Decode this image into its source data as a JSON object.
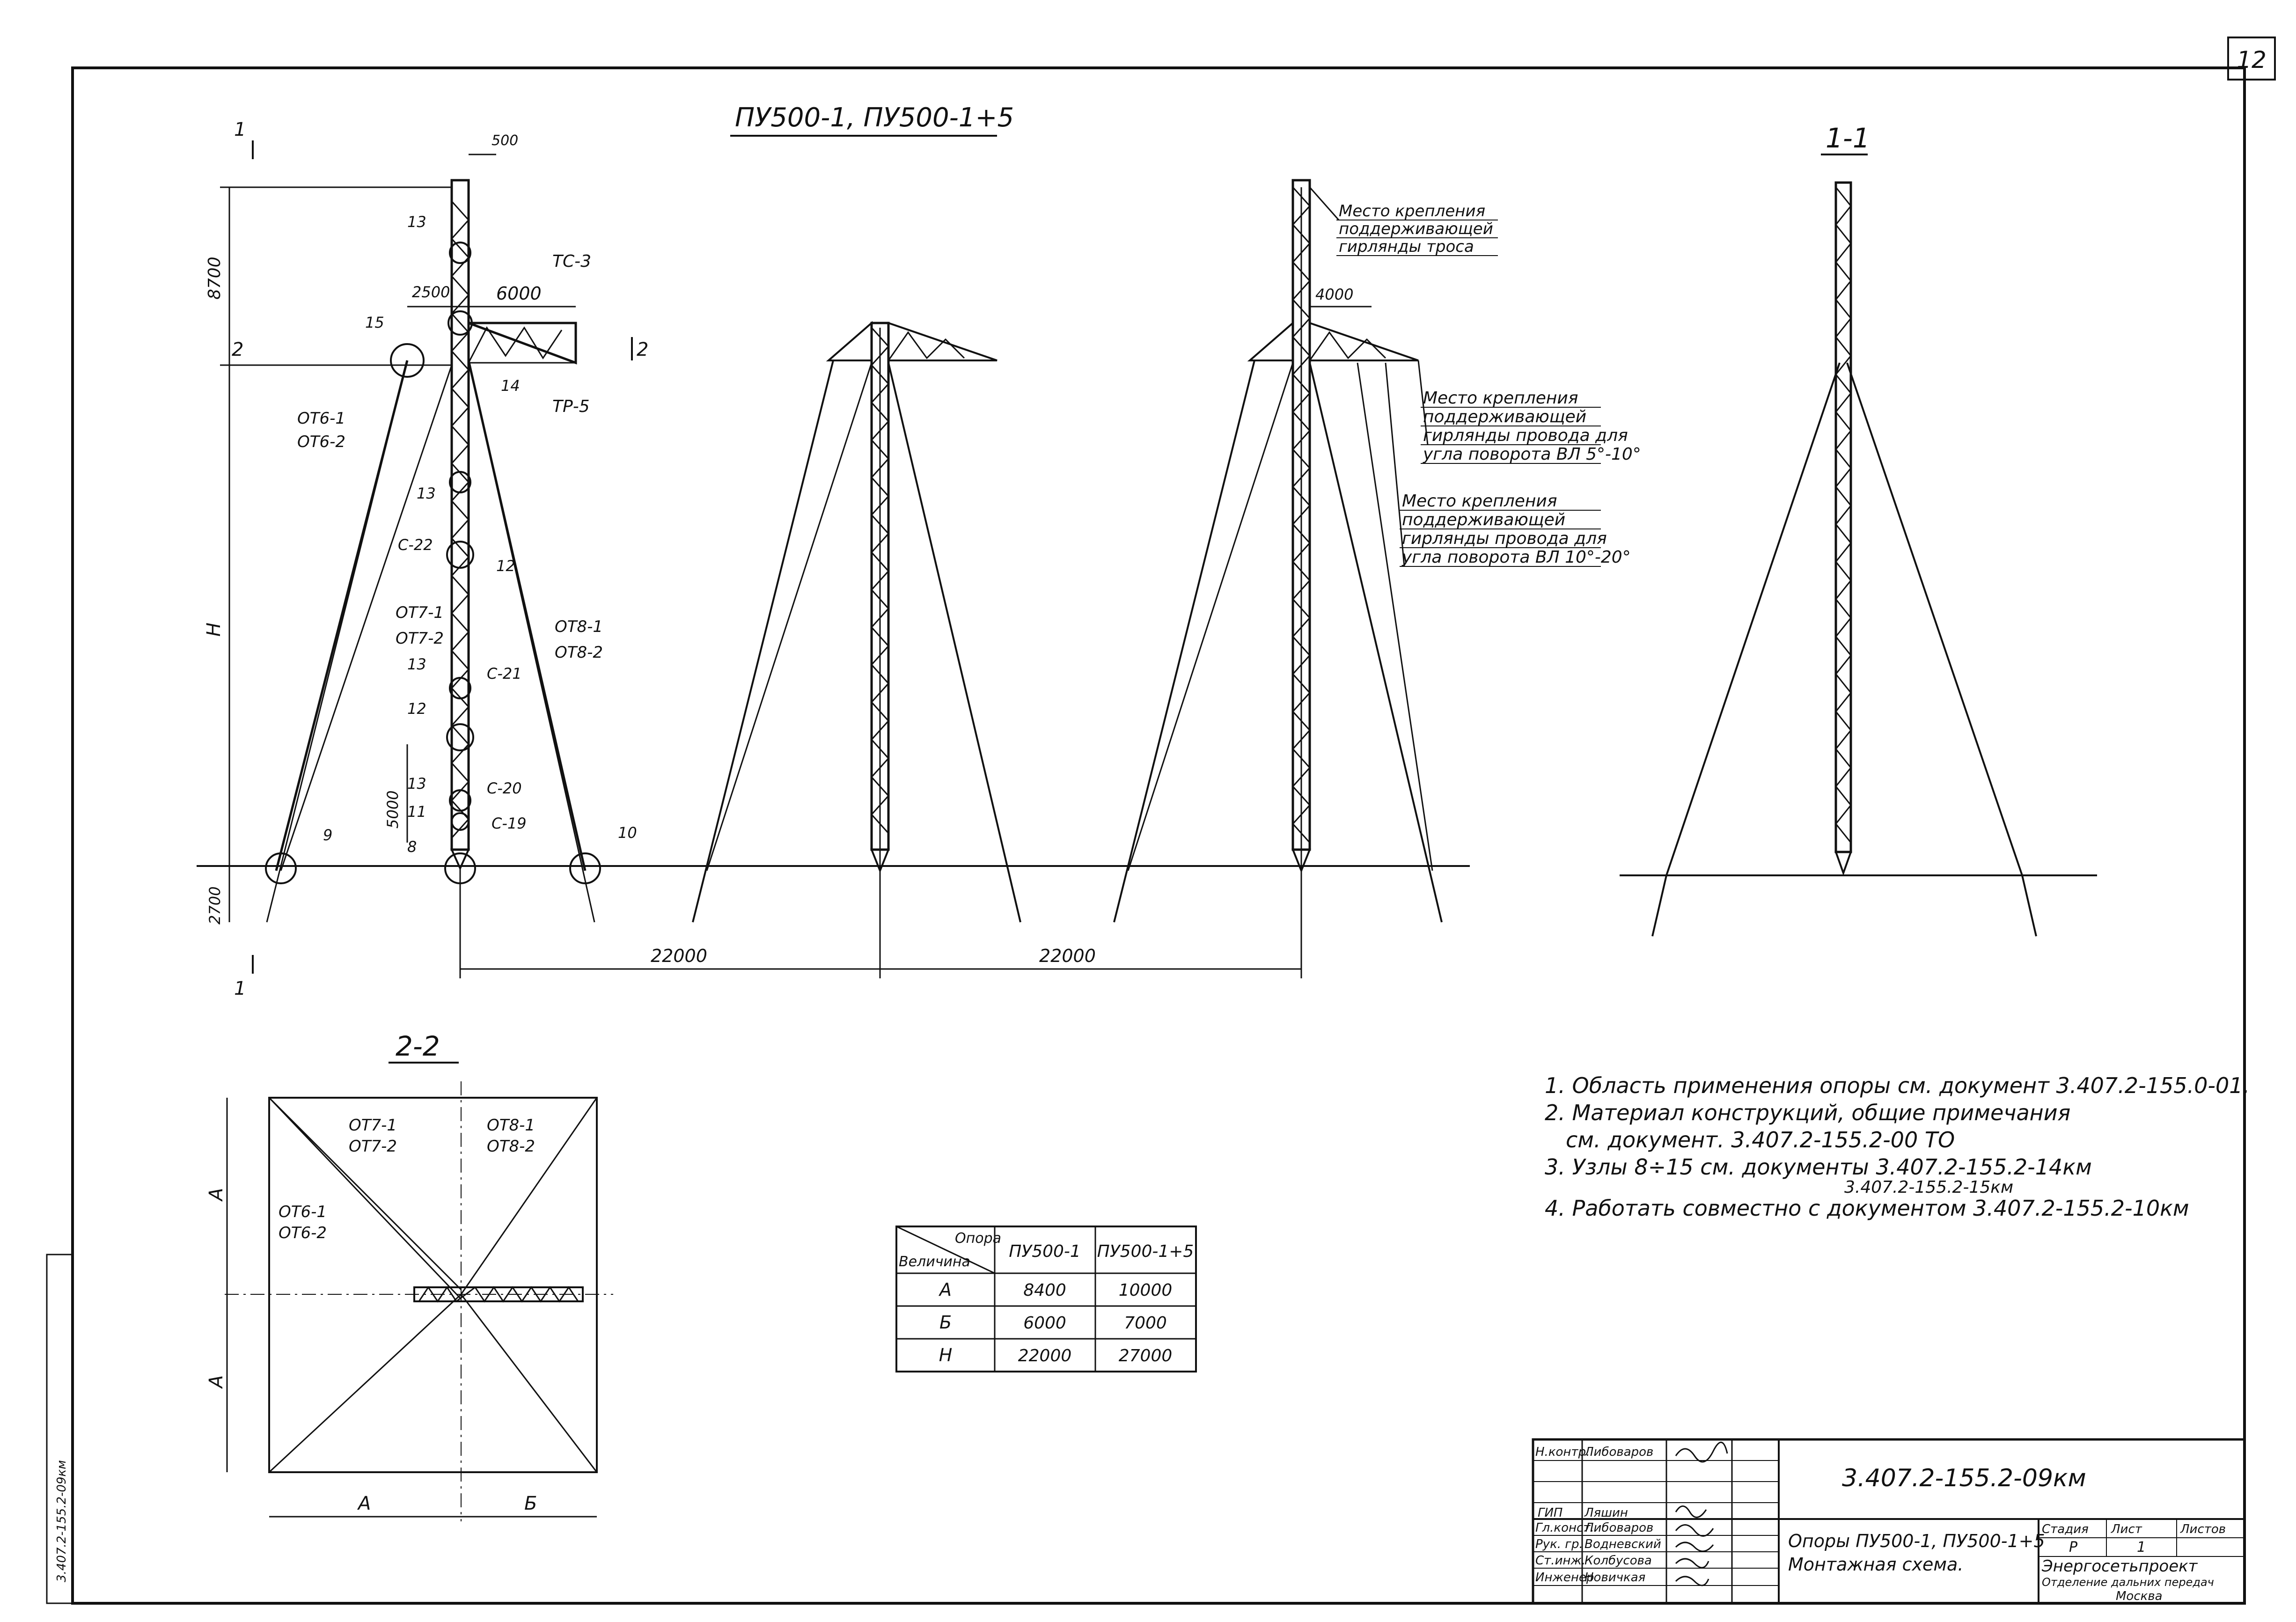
{
  "sheet": {
    "page_number": "12",
    "side_stamp": "3.407.2-155.2-09км"
  },
  "main_title": "ПУ500-1, ПУ500-1+5",
  "section_1_1": "1-1",
  "section_2_2": "2-2",
  "section_marks": {
    "one": "1",
    "two": "2"
  },
  "dimensions": {
    "d500": "500",
    "d8700": "8700",
    "d2500": "2500",
    "d6000": "6000",
    "d4000": "4000",
    "d5000": "5000",
    "d2700": "2700",
    "H": "H",
    "span1": "22000",
    "span2": "22000",
    "A": "A",
    "B": "Б"
  },
  "members": {
    "tc3": "ТС-3",
    "tp5": "ТР-5",
    "c22": "С-22",
    "c21": "С-21",
    "c20": "С-20",
    "c19": "С-19",
    "ot6": "ОТ6-1",
    "ot6b": "ОТ6-2",
    "ot7": "ОТ7-1",
    "ot7b": "ОТ7-2",
    "ot8": "ОТ8-1",
    "ot8b": "ОТ8-2"
  },
  "nodes": [
    "8",
    "9",
    "10",
    "11",
    "12",
    "13",
    "14",
    "15"
  ],
  "callouts": {
    "trosa": [
      "Место крепления",
      "поддерживающей",
      "гирлянды троса"
    ],
    "angle_5_10": [
      "Место крепления",
      "поддерживающей",
      "гирлянды провода для",
      "угла поворота ВЛ 5°-10°"
    ],
    "angle_10_20": [
      "Место крепления",
      "поддерживающей",
      "гирлянды провода для",
      "угла поворота ВЛ 10°-20°"
    ]
  },
  "table": {
    "header_top": "Опора",
    "header_bottom": "Величина",
    "columns": [
      "ПУ500-1",
      "ПУ500-1+5"
    ],
    "rows": [
      {
        "name": "А",
        "values": [
          "8400",
          "10000"
        ]
      },
      {
        "name": "Б",
        "values": [
          "6000",
          "7000"
        ]
      },
      {
        "name": "Н",
        "values": [
          "22000",
          "27000"
        ]
      }
    ]
  },
  "notes": [
    "1. Область применения опоры см. документ 3.407.2-155.0-01.",
    "2. Материал конструкций, общие примечания",
    "см. документ. 3.407.2-155.2-00 ТО",
    "3. Узлы 8÷15 см. документы 3.407.2-155.2-14км",
    "3.407.2-155.2-15км",
    "4. Работать совместно с документом 3.407.2-155.2-10км"
  ],
  "title_block": {
    "doc_code": "3.407.2-155.2-09км",
    "title_line1": "Опоры ПУ500-1, ПУ500-1+5",
    "title_line2": "Монтажная схема.",
    "stage_label": "Стадия",
    "sheet_label": "Лист",
    "sheets_label": "Листов",
    "stage": "Р",
    "sheet": "1",
    "org_line1": "Энергосетьпроект",
    "org_line2": "Отделение дальних передач",
    "org_line3": "Москва",
    "people": [
      {
        "role": "Н.контр.",
        "name": "Либоваров"
      },
      {
        "role": "ГИП",
        "name": "Ляшин"
      },
      {
        "role": "Гл.конст.",
        "name": "Либоваров"
      },
      {
        "role": "Рук. гр.",
        "name": "Водневский"
      },
      {
        "role": "Ст.инж.",
        "name": "Колбусова"
      },
      {
        "role": "Инженер",
        "name": "Новичкая"
      }
    ]
  }
}
